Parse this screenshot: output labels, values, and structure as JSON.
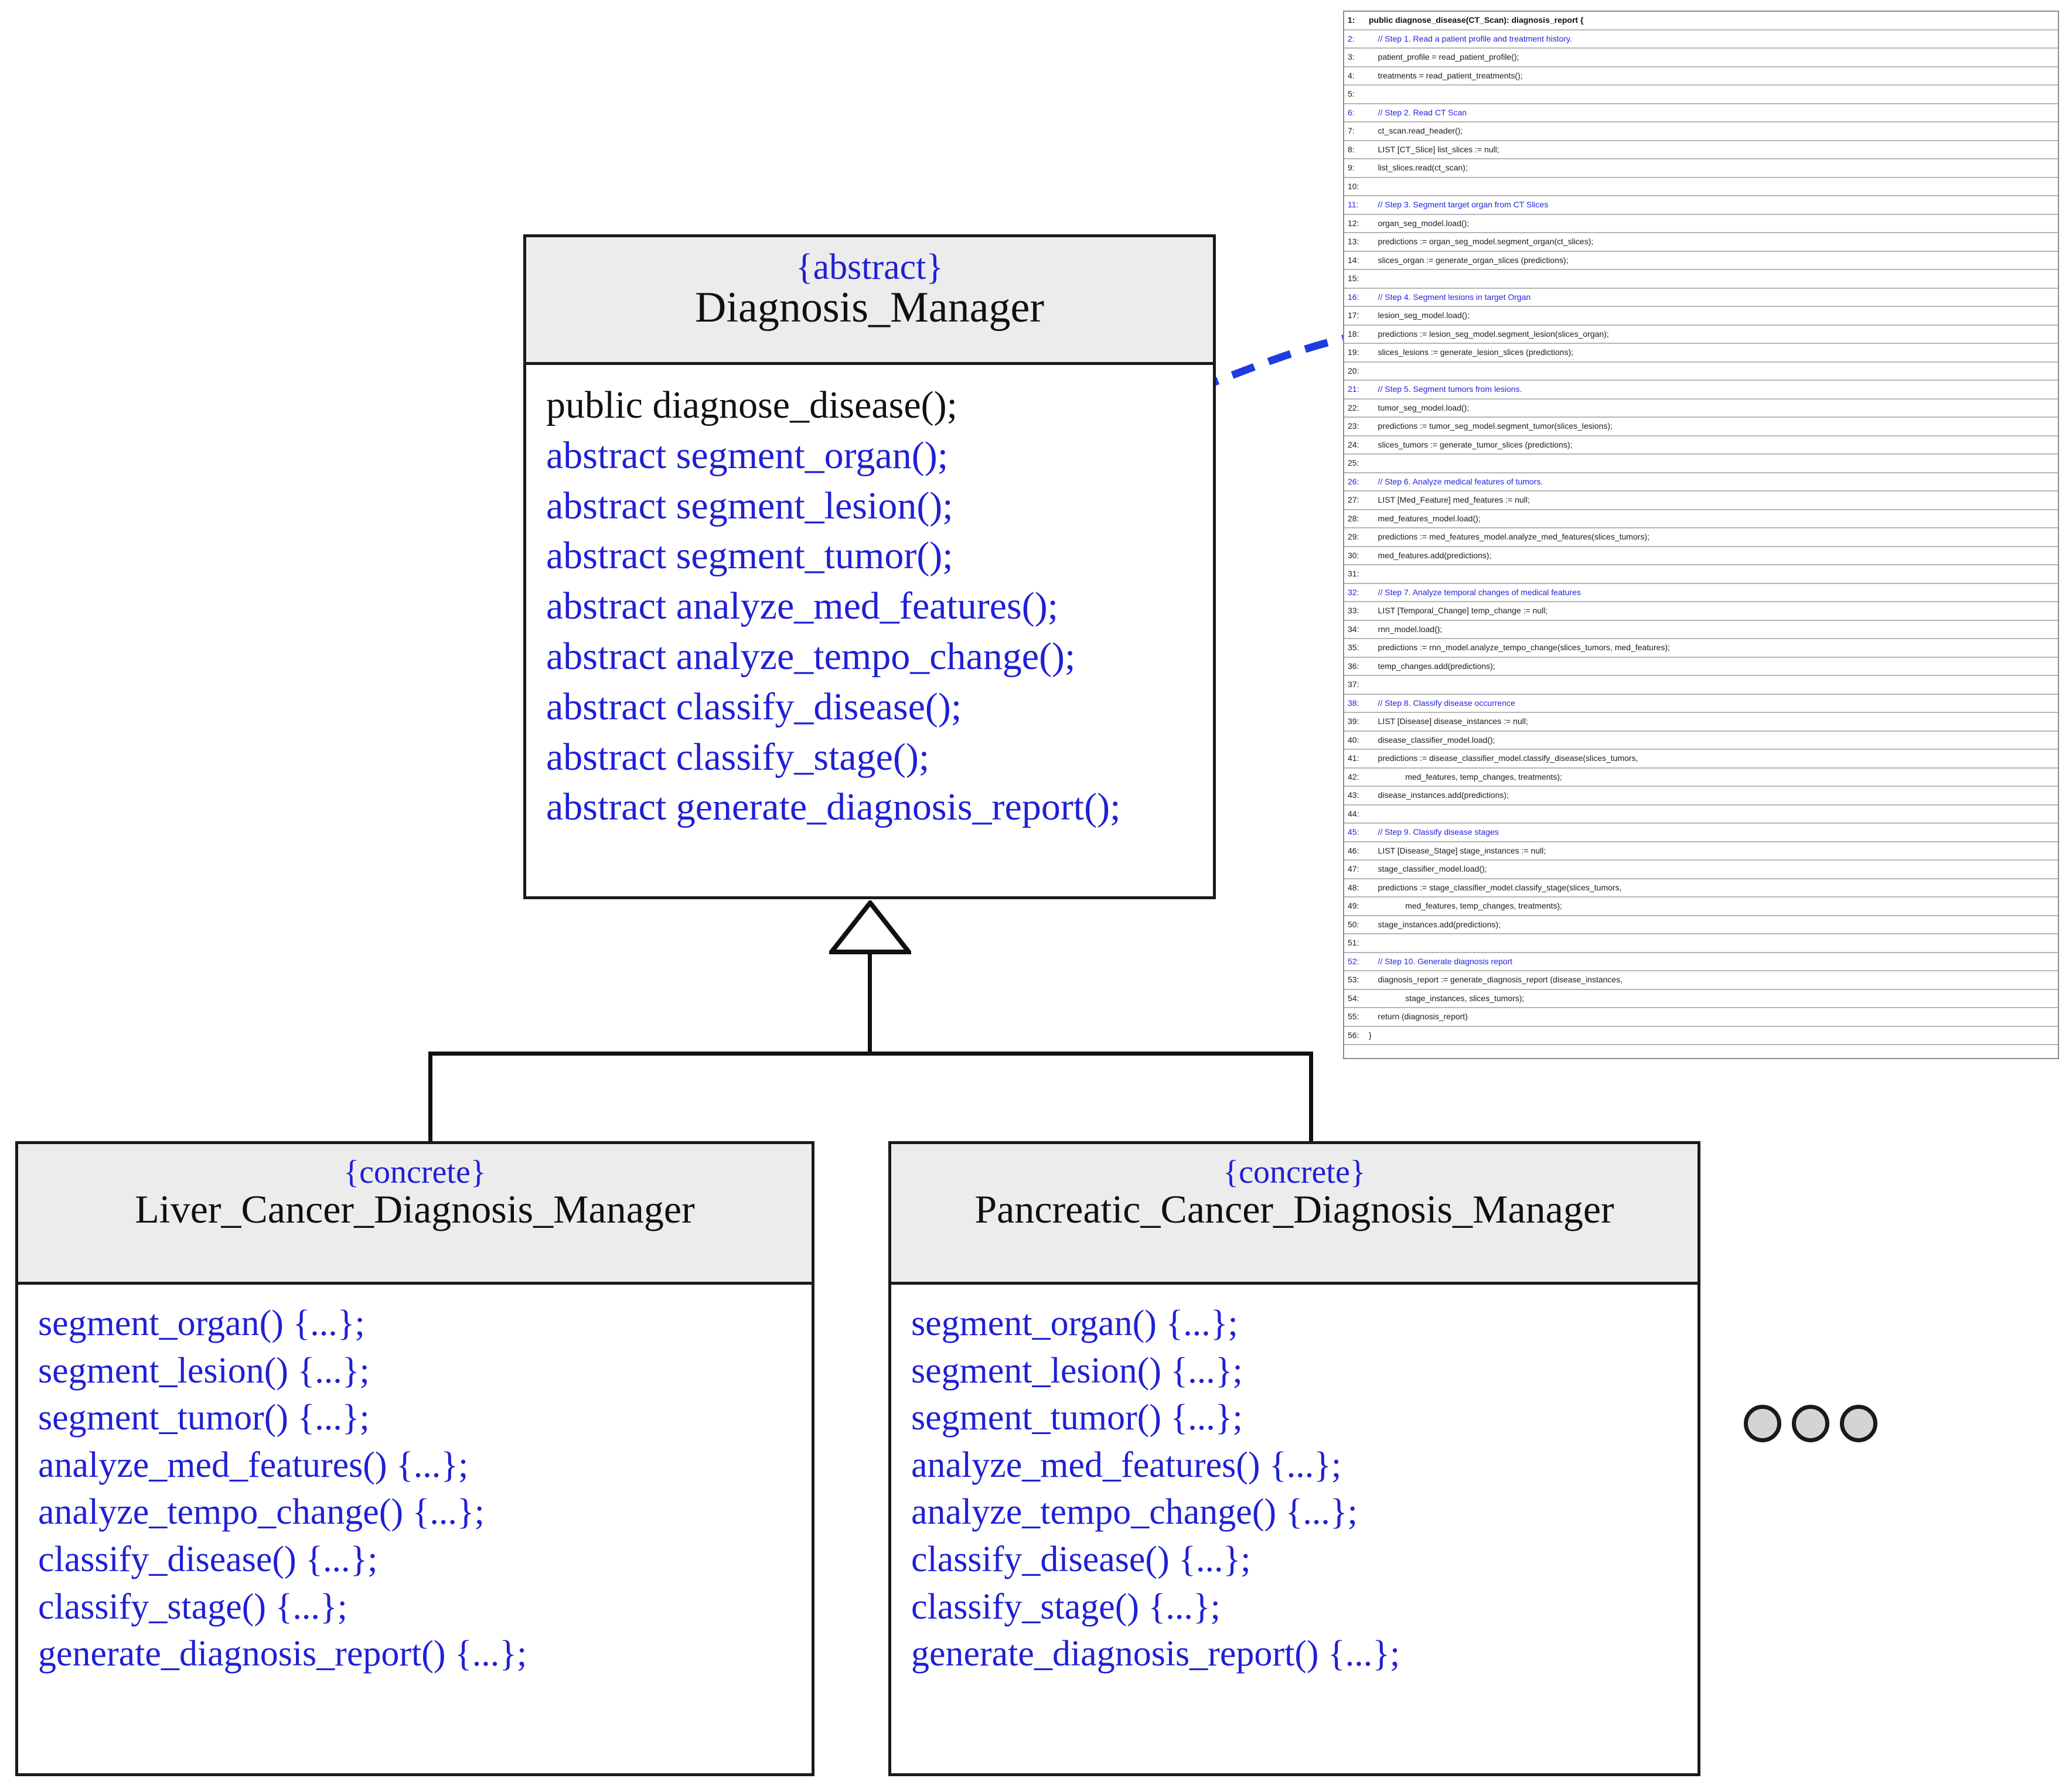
{
  "diagram": {
    "type": "uml-class-diagram",
    "abstract_class": {
      "stereotype": "{abstract}",
      "name": "Diagnosis_Manager",
      "members": [
        {
          "text": "public diagnose_disease();",
          "visibility": "public"
        },
        {
          "text": "abstract segment_organ();",
          "visibility": "abstract"
        },
        {
          "text": "abstract segment_lesion();",
          "visibility": "abstract"
        },
        {
          "text": "abstract segment_tumor();",
          "visibility": "abstract"
        },
        {
          "text": "abstract analyze_med_features();",
          "visibility": "abstract"
        },
        {
          "text": "abstract analyze_tempo_change();",
          "visibility": "abstract"
        },
        {
          "text": "abstract classify_disease();",
          "visibility": "abstract"
        },
        {
          "text": "abstract classify_stage();",
          "visibility": "abstract"
        },
        {
          "text": "abstract generate_diagnosis_report();",
          "visibility": "abstract"
        }
      ]
    },
    "concrete_classes": [
      {
        "stereotype": "{concrete}",
        "name": "Liver_Cancer_Diagnosis_Manager",
        "members": [
          "segment_organ() {...};",
          "segment_lesion() {...};",
          "segment_tumor() {...};",
          "analyze_med_features() {...};",
          "analyze_tempo_change() {...};",
          "classify_disease() {...};",
          "classify_stage() {...};",
          "generate_diagnosis_report() {...};"
        ]
      },
      {
        "stereotype": "{concrete}",
        "name": "Pancreatic_Cancer_Diagnosis_Manager",
        "members": [
          "segment_organ() {...};",
          "segment_lesion() {...};",
          "segment_tumor() {...};",
          "analyze_med_features() {...};",
          "analyze_tempo_change() {...};",
          "classify_disease() {...};",
          "classify_stage() {...};",
          "generate_diagnosis_report() {...};"
        ]
      }
    ],
    "ellipsis_marker": {
      "dot_count": 3,
      "fill_color": "#d4d4d4",
      "border_color": "#1a1a1a"
    },
    "colors": {
      "abstract_blue": "#1f1fd6",
      "header_fill": "#ececec",
      "border": "#1a1a1a",
      "code_comment_blue": "#2323e0"
    },
    "relationships": {
      "generalization": "hollow-triangle-inheritance",
      "realization": "dashed-arrow-to-diagnose_disease"
    }
  },
  "code_panel": {
    "lines": [
      {
        "n": "1:",
        "kind": "sig",
        "text": "public diagnose_disease(CT_Scan): diagnosis_report {"
      },
      {
        "n": "2:",
        "kind": "comment",
        "text": "    // Step 1. Read a patient profile and treatment history."
      },
      {
        "n": "3:",
        "kind": "code",
        "text": "    patient_profile = read_patient_profile();"
      },
      {
        "n": "4:",
        "kind": "code",
        "text": "    treatments = read_patient_treatments();"
      },
      {
        "n": "5:",
        "kind": "code",
        "text": ""
      },
      {
        "n": "6:",
        "kind": "comment",
        "text": "    // Step 2. Read CT Scan"
      },
      {
        "n": "7:",
        "kind": "code",
        "text": "    ct_scan.read_header();"
      },
      {
        "n": "8:",
        "kind": "code",
        "text": "    LIST [CT_Slice] list_slices := null;"
      },
      {
        "n": "9:",
        "kind": "code",
        "text": "    list_slices.read(ct_scan);"
      },
      {
        "n": "10:",
        "kind": "code",
        "text": ""
      },
      {
        "n": "11:",
        "kind": "comment",
        "text": "    // Step 3. Segment target organ from CT Slices"
      },
      {
        "n": "12:",
        "kind": "code",
        "text": "    organ_seg_model.load();"
      },
      {
        "n": "13:",
        "kind": "code",
        "text": "    predictions := organ_seg_model.segment_organ(ct_slices);"
      },
      {
        "n": "14:",
        "kind": "code",
        "text": "    slices_organ := generate_organ_slices (predictions);"
      },
      {
        "n": "15:",
        "kind": "code",
        "text": ""
      },
      {
        "n": "16:",
        "kind": "comment",
        "text": "    // Step 4. Segment lesions in target Organ"
      },
      {
        "n": "17:",
        "kind": "code",
        "text": "    lesion_seg_model.load();"
      },
      {
        "n": "18:",
        "kind": "code",
        "text": "    predictions := lesion_seg_model.segment_lesion(slices_organ);"
      },
      {
        "n": "19:",
        "kind": "code",
        "text": "    slices_lesions := generate_lesion_slices (predictions);"
      },
      {
        "n": "20:",
        "kind": "code",
        "text": ""
      },
      {
        "n": "21:",
        "kind": "comment",
        "text": "    // Step 5. Segment tumors from lesions."
      },
      {
        "n": "22:",
        "kind": "code",
        "text": "    tumor_seg_model.load();"
      },
      {
        "n": "23:",
        "kind": "code",
        "text": "    predictions := tumor_seg_model.segment_tumor(slices_lesions);"
      },
      {
        "n": "24:",
        "kind": "code",
        "text": "    slices_tumors := generate_tumor_slices (predictions);"
      },
      {
        "n": "25:",
        "kind": "code",
        "text": ""
      },
      {
        "n": "26:",
        "kind": "comment",
        "text": "    // Step 6. Analyze medical features of tumors."
      },
      {
        "n": "27:",
        "kind": "code",
        "text": "    LIST [Med_Feature] med_features := null;"
      },
      {
        "n": "28:",
        "kind": "code",
        "text": "    med_features_model.load();"
      },
      {
        "n": "29:",
        "kind": "code",
        "text": "    predictions := med_features_model.analyze_med_features(slices_tumors);"
      },
      {
        "n": "30:",
        "kind": "code",
        "text": "    med_features.add(predictions);"
      },
      {
        "n": "31:",
        "kind": "code",
        "text": ""
      },
      {
        "n": "32:",
        "kind": "comment",
        "text": "    // Step 7. Analyze temporal changes of medical features"
      },
      {
        "n": "33:",
        "kind": "code",
        "text": "    LIST [Temporal_Change] temp_change := null;"
      },
      {
        "n": "34:",
        "kind": "code",
        "text": "    rnn_model.load();"
      },
      {
        "n": "35:",
        "kind": "code",
        "text": "    predictions := rnn_model.analyze_tempo_change(slices_tumors, med_features);"
      },
      {
        "n": "36:",
        "kind": "code",
        "text": "    temp_changes.add(predictions);"
      },
      {
        "n": "37:",
        "kind": "code",
        "text": ""
      },
      {
        "n": "38:",
        "kind": "comment",
        "text": "    // Step 8. Classify disease occurrence"
      },
      {
        "n": "39:",
        "kind": "code",
        "text": "    LIST [Disease] disease_instances := null;"
      },
      {
        "n": "40:",
        "kind": "code",
        "text": "    disease_classifier_model.load();"
      },
      {
        "n": "41:",
        "kind": "code",
        "text": "    predictions := disease_classifier_model.classify_disease(slices_tumors,"
      },
      {
        "n": "42:",
        "kind": "code",
        "text": "                med_features, temp_changes, treatments);"
      },
      {
        "n": "43:",
        "kind": "code",
        "text": "    disease_instances.add(predictions);"
      },
      {
        "n": "44:",
        "kind": "code",
        "text": ""
      },
      {
        "n": "45:",
        "kind": "comment",
        "text": "    // Step 9. Classify disease stages"
      },
      {
        "n": "46:",
        "kind": "code",
        "text": "    LIST [Disease_Stage] stage_instances := null;"
      },
      {
        "n": "47:",
        "kind": "code",
        "text": "    stage_classifier_model.load();"
      },
      {
        "n": "48:",
        "kind": "code",
        "text": "    predictions := stage_classifier_model.classify_stage(slices_tumors,"
      },
      {
        "n": "49:",
        "kind": "code",
        "text": "                med_features, temp_changes, treatments);"
      },
      {
        "n": "50:",
        "kind": "code",
        "text": "    stage_instances.add(predictions);"
      },
      {
        "n": "51:",
        "kind": "code",
        "text": ""
      },
      {
        "n": "52:",
        "kind": "comment",
        "text": "    // Step 10. Generate diagnosis report"
      },
      {
        "n": "53:",
        "kind": "code",
        "text": "    diagnosis_report := generate_diagnosis_report (disease_instances,"
      },
      {
        "n": "54:",
        "kind": "code",
        "text": "                stage_instances, slices_tumors);"
      },
      {
        "n": "55:",
        "kind": "code",
        "text": "    return (diagnosis_report)"
      },
      {
        "n": "56:",
        "kind": "code",
        "text": "}"
      }
    ]
  }
}
